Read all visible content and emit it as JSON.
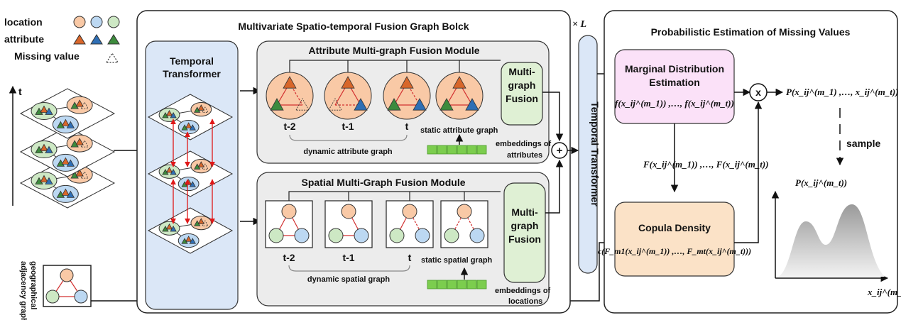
{
  "legend": {
    "location_label": "location",
    "attribute_label": "attribute",
    "missing_label": "Missing value",
    "location_colors": [
      "#f9c9a6",
      "#bcd8f2",
      "#cde8c4"
    ],
    "attribute_colors": [
      "#d8662a",
      "#2f6fb5",
      "#3d8b3d"
    ]
  },
  "left": {
    "time_axis_label": "t",
    "adjacency_label_line1": "geographical",
    "adjacency_label_line2": "adjacency graph"
  },
  "block": {
    "title": "Multivariate Spatio-temporal Fusion Graph Bolck",
    "repeat_label": "× L"
  },
  "temporal_transformer": {
    "label_line1": "Temporal",
    "label_line2": "Transformer"
  },
  "attribute_module": {
    "title": "Attribute Multi-graph Fusion Module",
    "time_labels": [
      "t-2",
      "t-1",
      "t"
    ],
    "static_label": "static attribute graph",
    "dynamic_label": "dynamic attribute graph",
    "fusion_line1": "Multi-",
    "fusion_line2": "graph",
    "fusion_line3": "Fusion",
    "embeddings_line1": "embeddings of",
    "embeddings_line2": "attributes"
  },
  "spatial_module": {
    "title": "Spatial Multi-Graph Fusion Module",
    "time_labels": [
      "t-2",
      "t-1",
      "t"
    ],
    "static_label": "static spatial graph",
    "dynamic_label": "dynamic spatial graph",
    "fusion_line1": "Multi-",
    "fusion_line2": "graph",
    "fusion_line3": "Fusion",
    "embeddings_line1": "embeddings of",
    "embeddings_line2": "locations"
  },
  "vertical_transformer": {
    "label": "Temporal Transformer"
  },
  "operators": {
    "plus": "+",
    "times": "x"
  },
  "right": {
    "title": "Probabilistic Estimation of Missing Values",
    "marginal_line1": "Marginal Distribution",
    "marginal_line2": "Estimation",
    "marginal_formula": "f(x_ij^(m_1)) ,…, f(x_ij^(m_t))",
    "cdf_formula": "F(x_ij^(m_1)) ,…, F(x_ij^(m_t))",
    "copula_label": "Copula Density",
    "copula_formula": "c(F_m1(x_ij^(m_1)) ,…, F_mt(x_ij^(m_t)))",
    "joint_formula": "P(x_ij^(m_1) ,…, x_ij^(m_t))",
    "sample_label": "sample",
    "marginal_prob": "P(x_ij^(m_t))",
    "x_axis_label": "x_ij^(m_t)"
  }
}
